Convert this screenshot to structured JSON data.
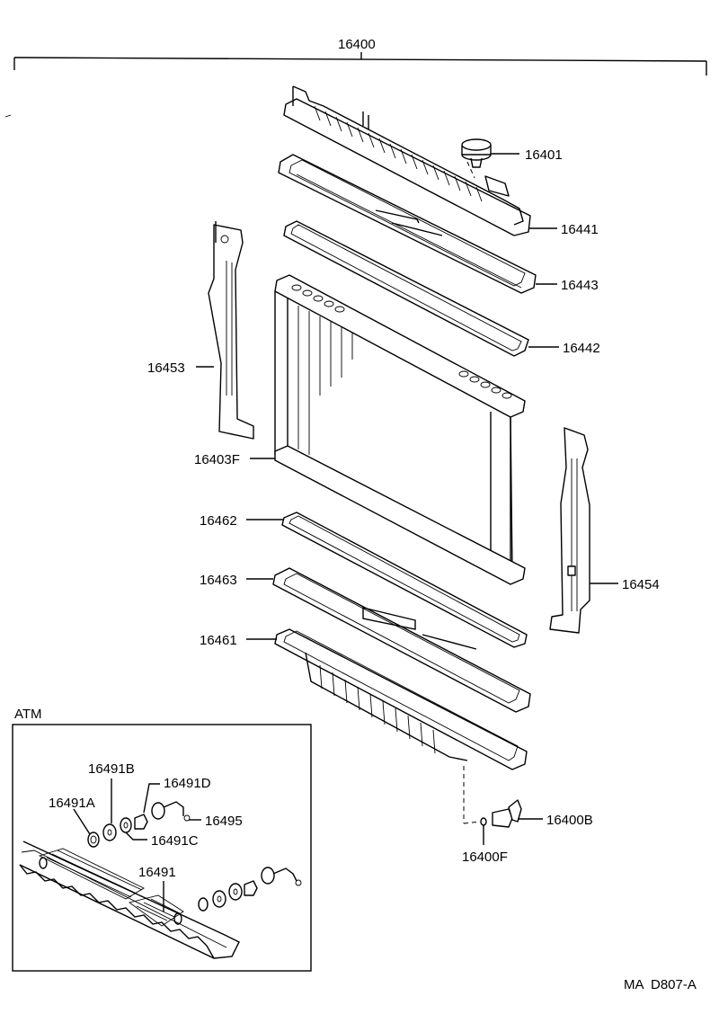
{
  "diagram": {
    "assembly_label": "16400",
    "code": "MA  D807-A",
    "inset_title": "ATM",
    "parts": {
      "cap": "16401",
      "upper_tank": "16441",
      "upper_gasket_frame": "16443",
      "upper_gasket": "16442",
      "left_support": "16453",
      "core": "16403F",
      "lower_gasket": "16462",
      "lower_gasket_frame": "16463",
      "lower_tank": "16461",
      "right_support": "16454",
      "drain_cock": "16400B",
      "drain_gasket": "16400F",
      "washer_b": "16491B",
      "washer_d": "16491D",
      "washer_a": "16491A",
      "hose_fitting": "16495",
      "washer_c": "16491C",
      "oil_cooler": "16491"
    }
  }
}
